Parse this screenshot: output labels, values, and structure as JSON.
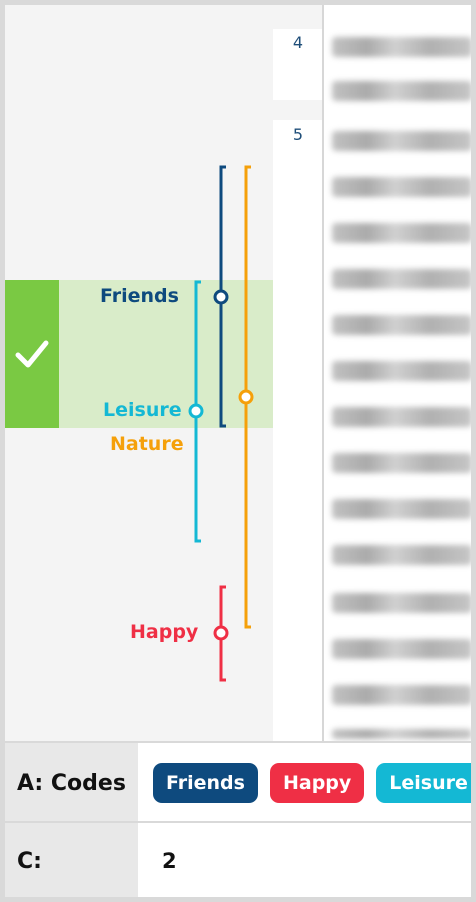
{
  "line_numbers": [
    {
      "label": "4"
    },
    {
      "label": "5"
    }
  ],
  "codes": {
    "friends": {
      "label": "Friends",
      "color": "#0e4a7e"
    },
    "leisure": {
      "label": "Leisure",
      "color": "#14b8d4"
    },
    "nature": {
      "label": "Nature",
      "color": "#f5a00a"
    },
    "happy": {
      "label": "Happy",
      "color": "#ef2f45"
    }
  },
  "segment": {
    "status": "check-icon",
    "accent": "#7ac943"
  },
  "table": {
    "row_a": {
      "label": "A: Codes",
      "chips": [
        {
          "label": "Friends",
          "color": "#0e4a7e"
        },
        {
          "label": "Happy",
          "color": "#ef2f45"
        },
        {
          "label": "Leisure",
          "color": "#14b8d4"
        }
      ]
    },
    "row_c": {
      "label": "C:",
      "value": "2"
    }
  }
}
